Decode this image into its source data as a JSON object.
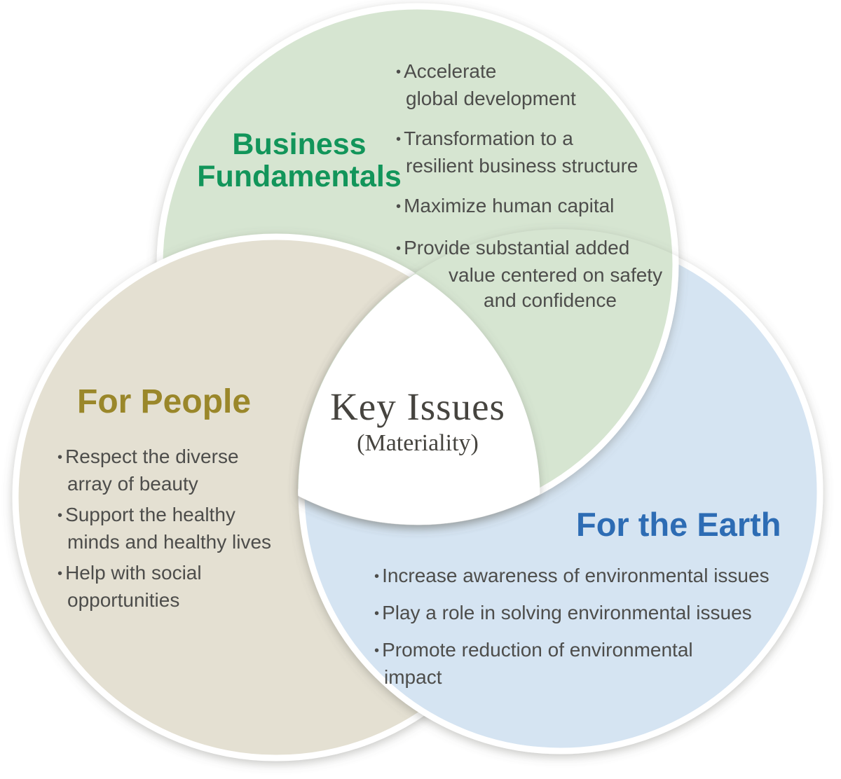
{
  "diagram": {
    "center": {
      "title": "Key Issues",
      "subtitle": "(Materiality)"
    },
    "business": {
      "label": "Business Fundamentals",
      "items": [
        [
          "Accelerate",
          "global development"
        ],
        [
          "Transformation to a",
          "resilient business structure"
        ],
        [
          "Maximize human capital"
        ],
        [
          "Provide substantial added",
          "value centered on safety",
          "and confidence"
        ]
      ]
    },
    "people": {
      "label": "For People",
      "items": [
        [
          "Respect the diverse",
          "array of beauty"
        ],
        [
          "Support the healthy",
          "minds and healthy lives"
        ],
        [
          "Help with social",
          "opportunities"
        ]
      ]
    },
    "earth": {
      "label": "For the Earth",
      "items": [
        [
          "Increase awareness of environmental issues"
        ],
        [
          "Play a role in solving environmental issues"
        ],
        [
          "Promote reduction of environmental",
          "impact"
        ]
      ]
    },
    "colors": {
      "business_fill": "#d6e5d1",
      "people_fill": "#e4e0d2",
      "earth_fill": "#d5e4f2",
      "business_title": "#12955a",
      "people_title": "#9a872a",
      "earth_title": "#2d6cb4",
      "bullet_text": "#4d4d4b",
      "center_text": "#46443f",
      "circle_border": "#ffffff"
    }
  }
}
